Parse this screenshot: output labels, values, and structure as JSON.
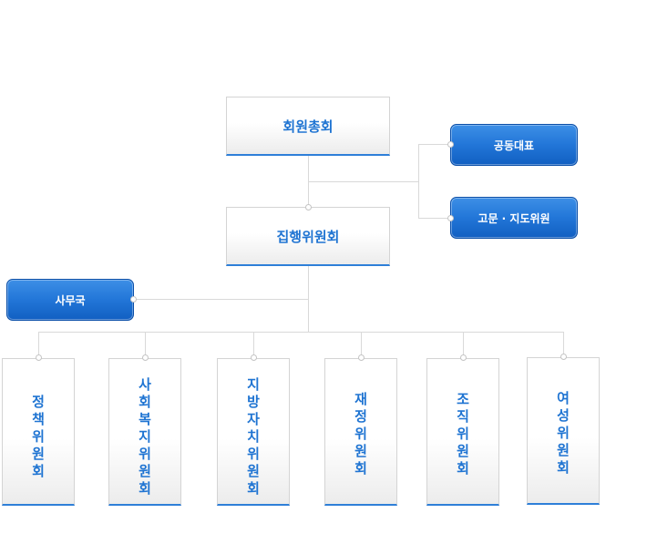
{
  "top_box": {
    "label": "회원총회"
  },
  "exec_box": {
    "label": "집행위원회"
  },
  "side_boxes": [
    {
      "label": "공동대표"
    },
    {
      "label": "고문 · 지도위원"
    }
  ],
  "office_box": {
    "label": "사무국"
  },
  "committees": [
    {
      "label": "정책위원회"
    },
    {
      "label": "사회복지위원회"
    },
    {
      "label": "지방자치위원회"
    },
    {
      "label": "재정위원회"
    },
    {
      "label": "조직위원회"
    },
    {
      "label": "여성위원회"
    }
  ],
  "colors": {
    "text_blue": "#1f74d2",
    "button_blue": "#2276d8",
    "line_gray": "#d9d9d9"
  }
}
